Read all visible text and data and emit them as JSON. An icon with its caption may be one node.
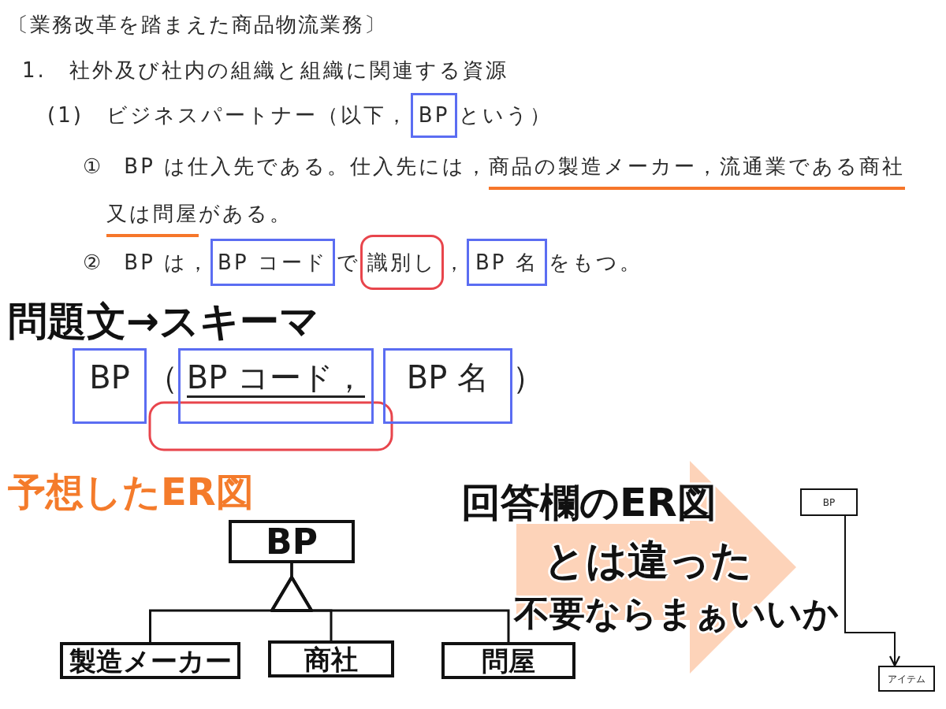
{
  "diagram": {
    "nodes": [
      {
        "text": [
          "BP"
        ]
      },
      {
        "text": [
          "BP コード"
        ]
      },
      {
        "text": [
          "識別し"
        ]
      },
      {
        "text": [
          "BP 名"
        ]
      },
      {
        "text": [
          "BP"
        ]
      },
      {
        "text": [
          "BP コード，"
        ]
      },
      {
        "text": [
          "BP 名"
        ]
      },
      {
        "text": [
          "BP"
        ]
      },
      {
        "text": [
          "製造メーカー"
        ]
      },
      {
        "text": [
          "商社"
        ]
      },
      {
        "text": [
          "問屋"
        ]
      },
      {
        "text": [
          "BP"
        ]
      },
      {
        "text": [
          "アイテム"
        ]
      }
    ],
    "edges": [
      {
        "from": 8,
        "to": 7,
        "arrow": "to"
      },
      {
        "from": 9,
        "to": 7,
        "arrow": "to"
      },
      {
        "from": 10,
        "to": 7,
        "arrow": "to"
      },
      {
        "from": 11,
        "to": 12,
        "arrow": "to"
      }
    ],
    "labels": [
      "〔業務改革を踏まえた商品物流業務〕",
      "1.",
      "社外及び社内の組織と組織に関連する資源",
      "(1)",
      "ビジネスパートナー（以下，",
      "という）",
      "①",
      "BP は仕入先である。仕入先には，",
      "商品の製造メーカー，流通業である商社",
      "又は問屋",
      "がある。",
      "②",
      "BP は，",
      "で",
      "，",
      "をもつ。",
      "問題文→スキーマ",
      "（",
      "）",
      "予想したER図",
      "回答欄のER図",
      "とは違った",
      "不要ならまぁいいか"
    ]
  }
}
